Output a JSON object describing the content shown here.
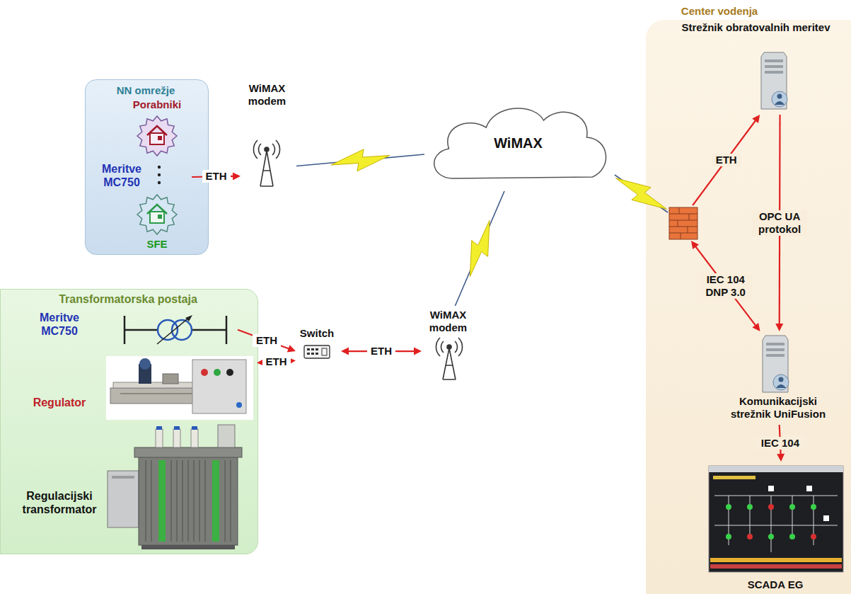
{
  "diagram": {
    "nodes": [
      {
        "text": [
          "NN omrežje"
        ]
      },
      {
        "text": [
          "Meritve MC750"
        ],
        "in": 0
      },
      {
        "text": [
          "WiMAX modem"
        ]
      },
      {
        "text": [
          "WiMAX"
        ]
      },
      {
        "text": [
          "Transformatorska postaja"
        ]
      },
      {
        "text": [
          "Meritve MC750"
        ],
        "in": 4
      },
      {
        "text": [
          "Regulator"
        ],
        "in": 4
      },
      {
        "text": [
          "Regulacijski transformator"
        ],
        "in": 4
      },
      {
        "text": [
          "Switch"
        ]
      },
      {
        "text": [
          "WiMAX modem"
        ]
      },
      {
        "text": [
          "Center vodenja"
        ]
      },
      {
        "text": [
          "Strežnik obratovalnih meritev"
        ],
        "in": 10
      },
      {
        "text": [],
        "in": 10
      },
      {
        "text": [
          "Komunikacijski strežnik UniFusion"
        ],
        "in": 10
      },
      {
        "text": [
          "SCADA EG"
        ],
        "in": 10
      }
    ],
    "edges": [
      {
        "from": 1,
        "to": 2,
        "arrow": "to",
        "label": "ETH"
      },
      {
        "from": 2,
        "to": 3,
        "arrow": "none"
      },
      {
        "from": 9,
        "to": 3,
        "arrow": "none"
      },
      {
        "from": 3,
        "to": 12,
        "arrow": "none"
      },
      {
        "from": 5,
        "to": 8,
        "arrow": "to",
        "label": "ETH"
      },
      {
        "from": 6,
        "to": 8,
        "arrow": "both",
        "label": "ETH"
      },
      {
        "from": 8,
        "to": 9,
        "arrow": "both",
        "label": "ETH"
      },
      {
        "from": 12,
        "to": 11,
        "arrow": "to",
        "label": "ETH"
      },
      {
        "from": 11,
        "to": 13,
        "arrow": "to",
        "label": "OPC UA protokol"
      },
      {
        "from": 13,
        "to": 12,
        "arrow": "both",
        "label": "IEC 104 DNP 3.0"
      },
      {
        "from": 13,
        "to": 14,
        "arrow": "to",
        "label": "IEC 104"
      }
    ],
    "labels": [
      "Porabniki",
      "SFE"
    ]
  }
}
